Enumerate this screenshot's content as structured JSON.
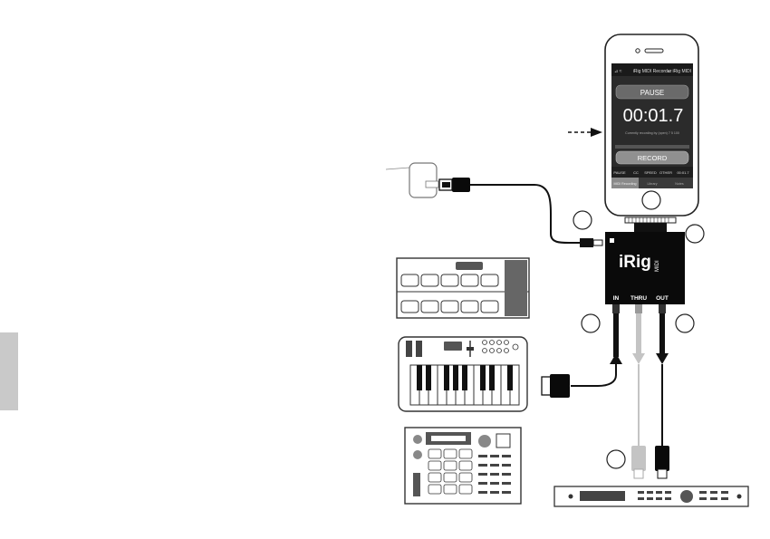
{
  "app": {
    "status_bar": {
      "left": "⊿ ≈",
      "center": "iRig MIDI Recorder",
      "right": "⊿ iRig MIDI"
    },
    "pause_label": "PAUSE",
    "timer": "00:01.7",
    "info_line": "Currently recording by (open) 7 5 100",
    "record_label": "RECORD",
    "bottom_buttons": [
      "PAUSE",
      "CC",
      "SPEED",
      "OTHER",
      "00:01.7"
    ],
    "tabs": [
      "MIDI Recording",
      "Library",
      "Notes"
    ]
  },
  "interface": {
    "brand": "iRig",
    "brand_sub": "MIDI",
    "ports": [
      "IN",
      "THRU",
      "OUT"
    ]
  },
  "diagram": {
    "callouts": [
      "",
      "",
      "",
      "",
      "",
      ""
    ]
  },
  "colors": {
    "device_black": "#0a0a0a",
    "cable_gray": "#c4c4c4",
    "screen_dark": "#2b2b2b",
    "side_tab": "#c9c9c9"
  }
}
